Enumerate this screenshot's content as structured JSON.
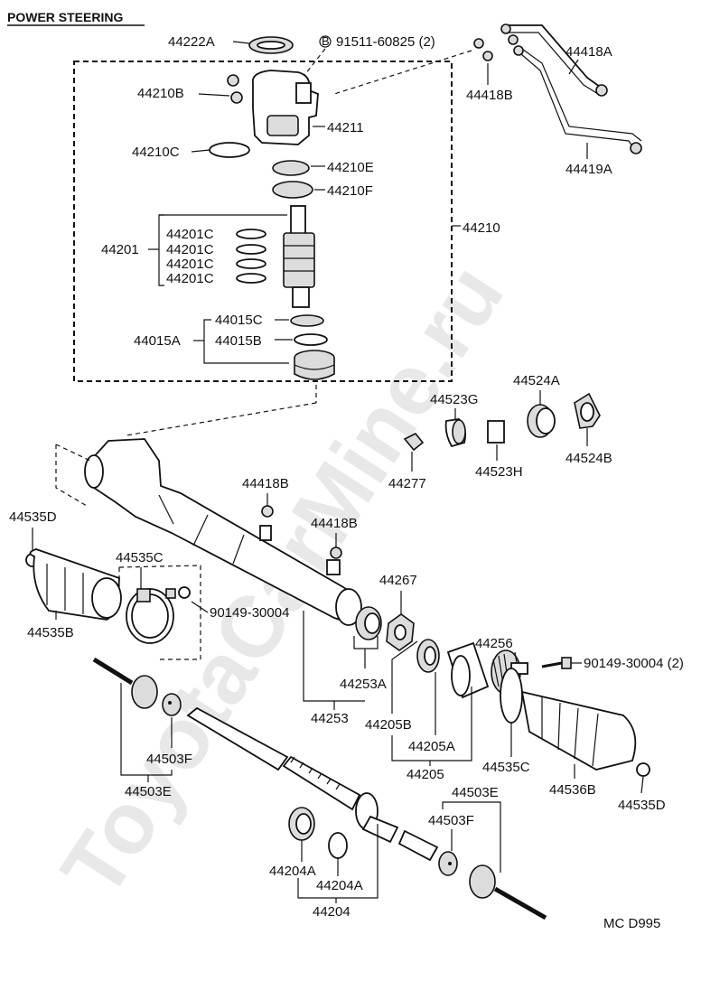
{
  "title": "POWER STEERING",
  "watermark": "ToyotaCarMine.ru",
  "code": "MC D995",
  "labels": {
    "p44222A": "44222A",
    "p91511": "91511-60825 (2)",
    "p91511_mark": "B",
    "p44418A": "44418A",
    "p44210B": "44210B",
    "p44418B_top": "44418B",
    "p44211": "44211",
    "p44210C": "44210C",
    "p44210E": "44210E",
    "p44419A": "44419A",
    "p44210F": "44210F",
    "p44210": "44210",
    "p44201": "44201",
    "p44201C_1": "44201C",
    "p44201C_2": "44201C",
    "p44201C_3": "44201C",
    "p44201C_4": "44201C",
    "p44015C": "44015C",
    "p44015A": "44015A",
    "p44015B": "44015B",
    "p44524A": "44524A",
    "p44523G": "44523G",
    "p44523H": "44523H",
    "p44524B": "44524B",
    "p44277": "44277",
    "p44418B_mid": "44418B",
    "p44418B_mid2": "44418B",
    "p44535D_left": "44535D",
    "p44535C_left": "44535C",
    "p90149_left": "90149-30004",
    "p44535B": "44535B",
    "p44267": "44267",
    "p44256": "44256",
    "p90149_right": "90149-30004 (2)",
    "p44253A": "44253A",
    "p44253": "44253",
    "p44205B": "44205B",
    "p44205A": "44205A",
    "p44205": "44205",
    "p44535C_right": "44535C",
    "p44536B": "44536B",
    "p44535D_right": "44535D",
    "p44503F_left": "44503F",
    "p44503E_left": "44503E",
    "p44503E_right": "44503E",
    "p44503F_right": "44503F",
    "p44204A_1": "44204A",
    "p44204A_2": "44204A",
    "p44204": "44204"
  }
}
